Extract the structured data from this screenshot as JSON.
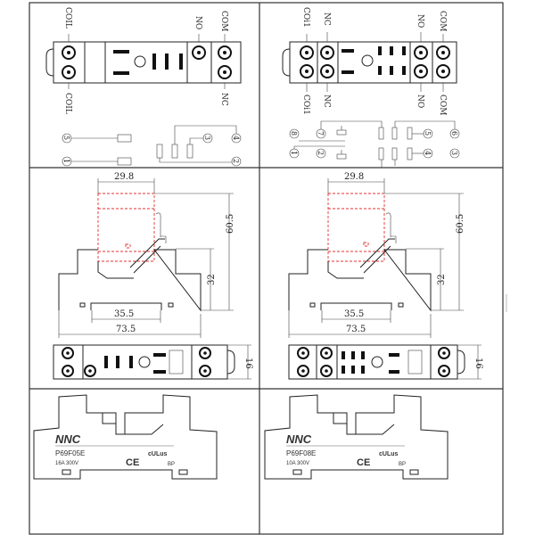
{
  "socket_5pin": {
    "top_labels": [
      "COIL",
      "NO",
      "COM"
    ],
    "bottom_labels": [
      "COIL",
      "NC"
    ],
    "pin_numbers": [
      "5",
      "1",
      "4",
      "3",
      "2"
    ],
    "dimensions": {
      "width": "29.8",
      "height": "60.5",
      "base_height": "32",
      "rail": "35.5",
      "length": "73.5",
      "depth": "16"
    },
    "brand": "NNC",
    "model": "P69F05E",
    "rating": "16A 300V",
    "ce_mark": "CE",
    "ul_mark": "cULus",
    "code": "BP"
  },
  "socket_8pin": {
    "top_labels": [
      "COi1",
      "NC",
      "NO",
      "COM"
    ],
    "bottom_labels": [
      "COi1",
      "NC",
      "NO",
      "COM"
    ],
    "pin_numbers": [
      "8",
      "7",
      "1",
      "2",
      "5",
      "4",
      "6",
      "3"
    ],
    "dimensions": {
      "width": "29.8",
      "height": "60.5",
      "base_height": "32",
      "rail": "35.5",
      "length": "73.5",
      "depth": "16"
    },
    "brand": "NNC",
    "model": "P69F08E",
    "rating": "10A 300V",
    "ce_mark": "CE",
    "ul_mark": "cULus",
    "code": "BP"
  }
}
